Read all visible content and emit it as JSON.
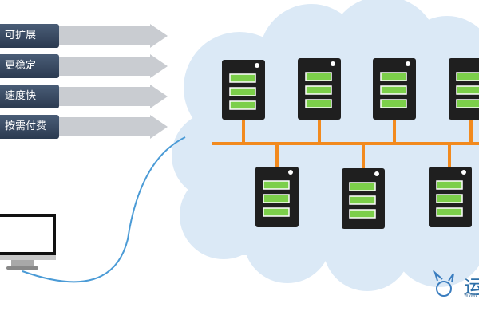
{
  "features": [
    {
      "label": "可扩展"
    },
    {
      "label": "更稳定"
    },
    {
      "label": "速度快"
    },
    {
      "label": "按需付费"
    }
  ],
  "watermark": {
    "char": "运",
    "url": "www"
  },
  "colors": {
    "feature_bg": "#34465f",
    "arrow": "#c9ccd1",
    "cloud": "#dbe9f6",
    "bus": "#f28a1e",
    "server_body": "#1f1f1f",
    "server_slot": "#7ccf4a",
    "cable": "#4b9bd6"
  },
  "icons": [
    "server-icon",
    "monitor-icon",
    "cloud-shape",
    "watermark-logo-icon"
  ]
}
